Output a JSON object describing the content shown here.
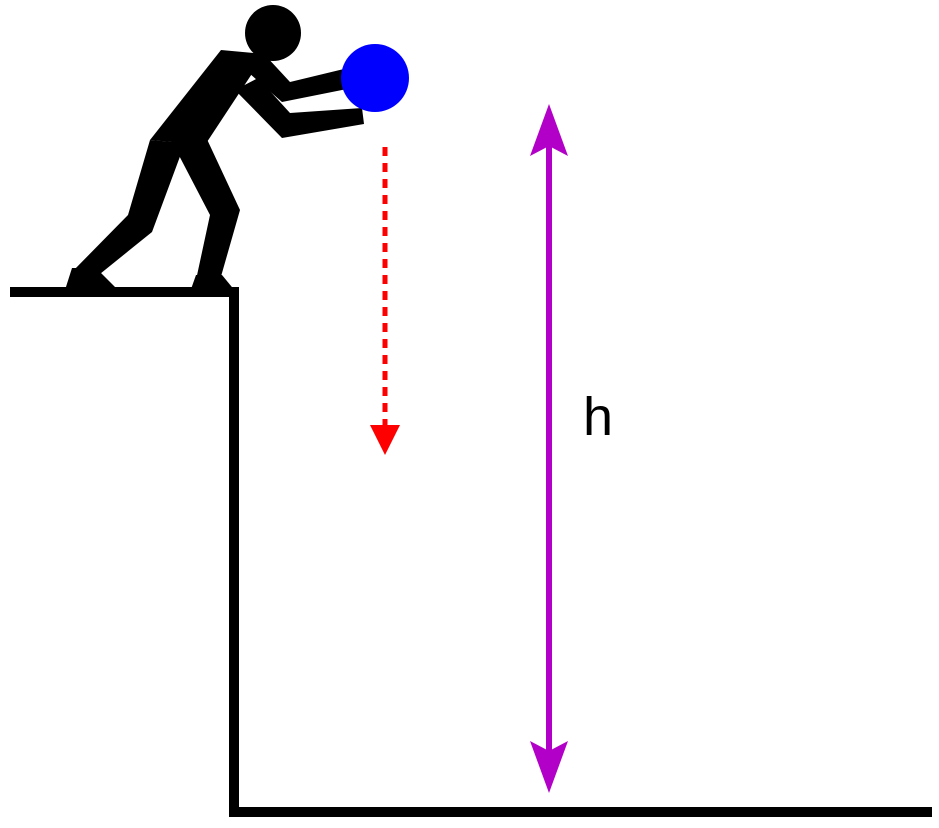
{
  "diagram": {
    "height_label": "h",
    "colors": {
      "ground": "#000000",
      "person": "#000000",
      "ball": "#0000ff",
      "fall_arrow": "#ff0000",
      "height_arrow": "#b300c8",
      "background": "#ffffff"
    },
    "icons": {
      "person": "stick-figure",
      "ball": "ball",
      "fall_arrow": "dotted-down-arrow",
      "height_arrow": "double-headed-arrow"
    }
  }
}
